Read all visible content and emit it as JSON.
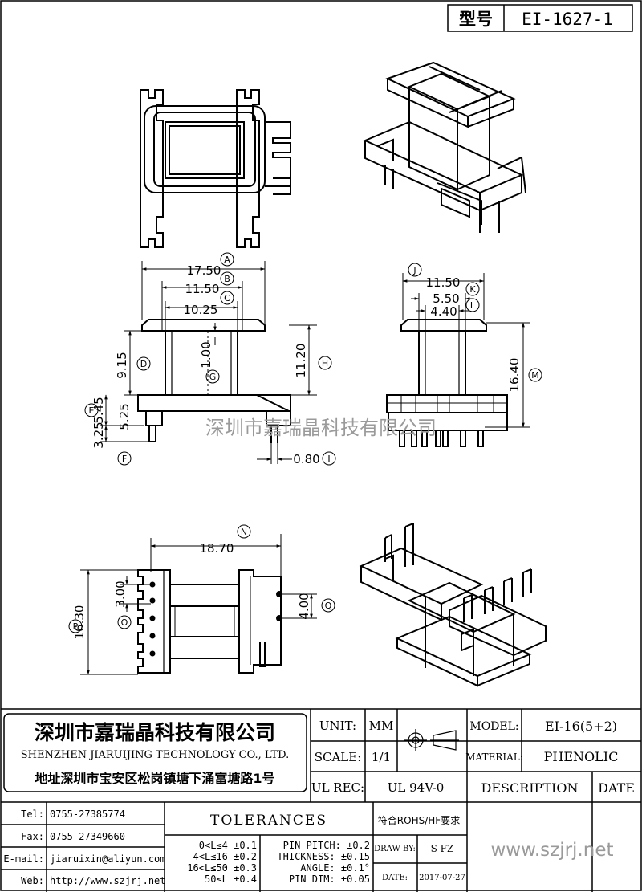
{
  "header": {
    "type_label": "型号",
    "model_code": "EI-1627-1"
  },
  "watermark": "深圳市嘉瑞晶科技有限公司",
  "dimensions": {
    "A": {
      "letter": "A",
      "value": "17.50"
    },
    "B": {
      "letter": "B",
      "value": "11.50"
    },
    "C": {
      "letter": "C",
      "value": "10.25"
    },
    "D": {
      "letter": "D",
      "value": "9.15"
    },
    "E": {
      "letter": "E",
      "value": "5.45"
    },
    "F": {
      "letter": "F",
      "value": "3.25"
    },
    "extra_525": "5.25",
    "G": {
      "letter": "G",
      "value": "1.00"
    },
    "H": {
      "letter": "H",
      "value": "11.20"
    },
    "I": {
      "letter": "I",
      "value": "0.80"
    },
    "J": {
      "letter": "J",
      "value": "11.50"
    },
    "K": {
      "letter": "K",
      "value": "5.50"
    },
    "L": {
      "letter": "L",
      "value": "4.40"
    },
    "M": {
      "letter": "M",
      "value": "16.40"
    },
    "N": {
      "letter": "N",
      "value": "18.70"
    },
    "O": {
      "letter": "O",
      "value": "3.00"
    },
    "P": {
      "letter": "P",
      "value": "16.30"
    },
    "Q": {
      "letter": "Q",
      "value": "4.00"
    }
  },
  "company": {
    "name_cn": "深圳市嘉瑞晶科技有限公司",
    "name_en": "SHENZHEN JIARUIJING TECHNOLOGY CO., LTD.",
    "address": "地址深圳市宝安区松岗镇塘下涌富塘路1号"
  },
  "contacts": [
    {
      "label": "Tel:",
      "value": "0755-27385774"
    },
    {
      "label": "Fax:",
      "value": "0755-27349660"
    },
    {
      "label": "E-mail:",
      "value": "jiaruixin@aliyun.com"
    },
    {
      "label": "Web:",
      "value": "http://www.szjrj.net"
    }
  ],
  "spec": {
    "unit_label": "UNIT:",
    "unit_value": "MM",
    "scale_label": "SCALE:",
    "scale_value": "1/1",
    "ulrec_label": "UL REC:",
    "ulrec_value": "UL 94V-0",
    "model_label": "MODEL:",
    "model_value": "EI-16(5+2)",
    "material_label": "MATERIAL:",
    "material_value": "PHENOLIC",
    "description_label": "DESCRIPTION",
    "date_header": "DATE"
  },
  "tolerances": {
    "title": "TOLERANCES",
    "ranges": [
      "0<L≤4 ±0.1",
      "4<L≤16 ±0.2",
      "16<L≤50 ±0.3",
      "50≤L ±0.4"
    ],
    "specs": [
      "PIN PITCH: ±0.2",
      "THICKNESS: ±0.15",
      "ANGLE: ±0.1°",
      "PIN DIM: ±0.05"
    ]
  },
  "compliance": "符合ROHS/HF要求",
  "drawn_by_label": "DRAW BY:",
  "drawn_by_value": "S FZ",
  "date_label": "DATE:",
  "date_value": "2017-07-27",
  "website": "www.szjrj.net"
}
